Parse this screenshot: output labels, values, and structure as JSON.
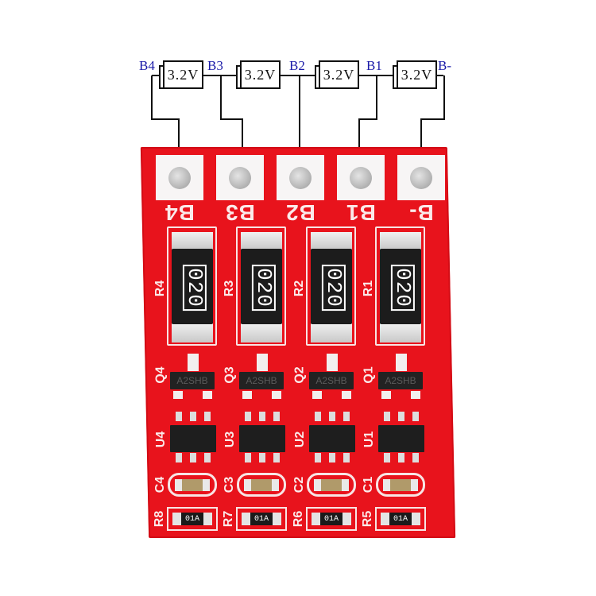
{
  "diagram": {
    "node_labels": [
      "B4",
      "B3",
      "B2",
      "B1",
      "B-"
    ],
    "cells": [
      {
        "voltage": "3.2V"
      },
      {
        "voltage": "3.2V"
      },
      {
        "voltage": "3.2V"
      },
      {
        "voltage": "3.2V"
      }
    ],
    "label_color": "#1a1aa8"
  },
  "board": {
    "color": "#e8131c",
    "pads": [
      {
        "label": "B4"
      },
      {
        "label": "B3"
      },
      {
        "label": "B2"
      },
      {
        "label": "B1"
      },
      {
        "label": "B-"
      }
    ],
    "channels": [
      {
        "resistor_ref": "R4",
        "resistor_code": "020",
        "transistor_ref": "Q4",
        "transistor_mark": "A2SHB",
        "ic_ref": "U4",
        "cap_ref": "C4",
        "small_res_ref": "R8",
        "small_res_code": "01A"
      },
      {
        "resistor_ref": "R3",
        "resistor_code": "020",
        "transistor_ref": "Q3",
        "transistor_mark": "A2SHB",
        "ic_ref": "U3",
        "cap_ref": "C3",
        "small_res_ref": "R7",
        "small_res_code": "01A"
      },
      {
        "resistor_ref": "R2",
        "resistor_code": "020",
        "transistor_ref": "Q2",
        "transistor_mark": "A2SHB",
        "ic_ref": "U2",
        "cap_ref": "C2",
        "small_res_ref": "R6",
        "small_res_code": "01A"
      },
      {
        "resistor_ref": "R1",
        "resistor_code": "020",
        "transistor_ref": "Q1",
        "transistor_mark": "A2SHB",
        "ic_ref": "U1",
        "cap_ref": "C1",
        "small_res_ref": "R5",
        "small_res_code": "01A"
      }
    ]
  }
}
